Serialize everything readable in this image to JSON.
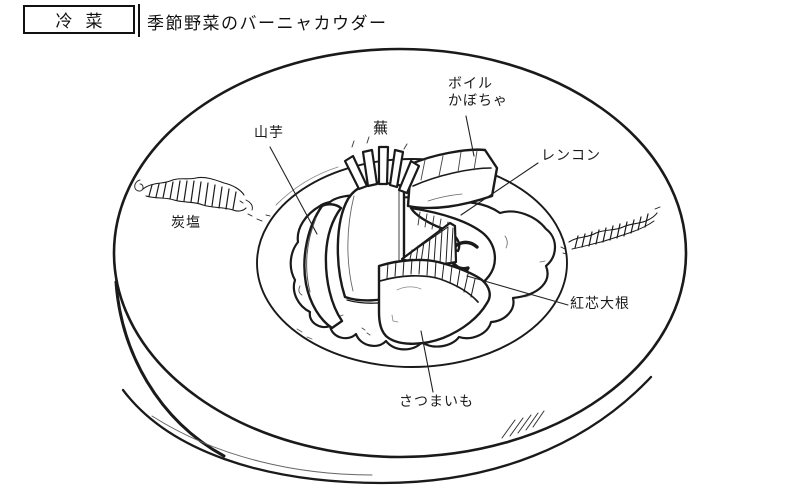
{
  "header": {
    "category_label": "冷菜",
    "title": "季節野菜のバーニャカウダー"
  },
  "labels": {
    "yam": "山芋",
    "turnip": "蕪",
    "boiled_pumpkin": "ボイル\nかぼちゃ",
    "lotus_root": "レンコン",
    "charcoal_salt": "炭塩",
    "red_core_daikon": "紅芯大根",
    "sweet_potato": "さつまいも"
  },
  "colors": {
    "ink": "#1a1a1a",
    "paper": "#ffffff"
  }
}
